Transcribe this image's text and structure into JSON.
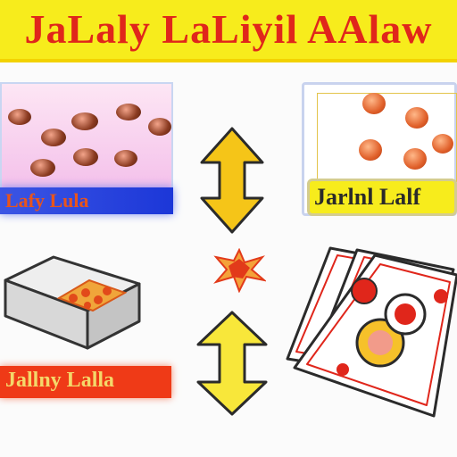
{
  "title": "JaLaly LaLiyil AAlaw",
  "label_top_left": "Lafy Lula",
  "label_top_right": "Jarlnl Lalf",
  "label_bottom_left": "Jallny Lalla",
  "icons": [
    "vertical-double-arrow-icon",
    "spark-burst-icon",
    "vertical-double-arrow-icon"
  ],
  "colors": {
    "banner": "#f7ec1c",
    "title": "#e0261b",
    "arrow": "#f5c518",
    "ball": "#e0602a"
  }
}
